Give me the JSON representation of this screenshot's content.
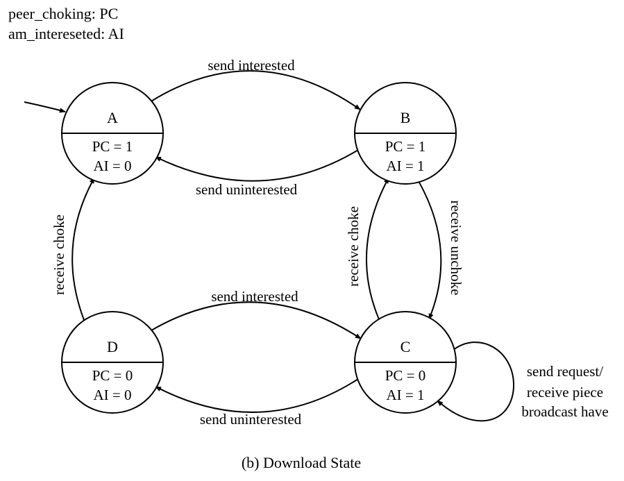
{
  "legend": {
    "line1": "peer_choking: PC",
    "line2": "am_intereseted: AI"
  },
  "states": {
    "A": {
      "name": "A",
      "pc": "PC = 1",
      "ai": "AI = 0"
    },
    "B": {
      "name": "B",
      "pc": "PC = 1",
      "ai": "AI = 1"
    },
    "C": {
      "name": "C",
      "pc": "PC = 0",
      "ai": "AI = 1"
    },
    "D": {
      "name": "D",
      "pc": "PC = 0",
      "ai": "AI = 0"
    }
  },
  "transitions": {
    "a_to_b": "send interested",
    "b_to_a": "send uninterested",
    "d_to_c": "send interested",
    "c_to_d": "send uninterested",
    "d_to_a": "receive choke",
    "c_to_b": "receive choke",
    "b_to_c": "receive unchoke",
    "c_self": {
      "line1": "send request/",
      "line2": "receive piece",
      "line3": "broadcast have"
    }
  },
  "caption": "(b) Download State"
}
